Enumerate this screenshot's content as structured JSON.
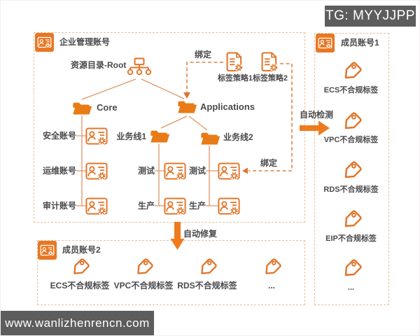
{
  "watermarks": {
    "tg": "TG: MYYJJPP",
    "site": "www.wanlizhenrencn.com"
  },
  "colors": {
    "accent_orange": "#e87722",
    "outline_orange": "#e0762b",
    "text": "#4a4a4c",
    "dashed_border": "#e6c0a1",
    "watermark_bg": "#5d5d5d"
  },
  "enterprise": {
    "title": "企业管理账号",
    "root_label": "资源目录-Root",
    "bind_labels": [
      "绑定",
      "绑定"
    ],
    "policies": [
      {
        "label": "标签策略1"
      },
      {
        "label": "标签策略2"
      }
    ],
    "folders": {
      "core": "Core",
      "applications": "Applications",
      "bu1": "业务线1",
      "bu2": "业务线2"
    },
    "core_accounts": [
      {
        "label": "安全账号"
      },
      {
        "label": "运维账号"
      },
      {
        "label": "审计账号"
      }
    ],
    "bu1_accounts": [
      {
        "label": "测试"
      },
      {
        "label": "生产"
      }
    ],
    "bu2_accounts": [
      {
        "label": "测试"
      },
      {
        "label": "生产"
      }
    ]
  },
  "arrows": {
    "auto_detect": "自动检测",
    "auto_repair": "自动修复"
  },
  "member1": {
    "title": "成员账号1",
    "tags": [
      "ECS不合规标签",
      "VPC不合规标签",
      "RDS不合规标签",
      "EIP不合规标签",
      "..."
    ]
  },
  "member2": {
    "title": "成员账号2",
    "tags": [
      "ECS不合规标签",
      "VPC不合规标签",
      "RDS不合规标签",
      "..."
    ]
  }
}
